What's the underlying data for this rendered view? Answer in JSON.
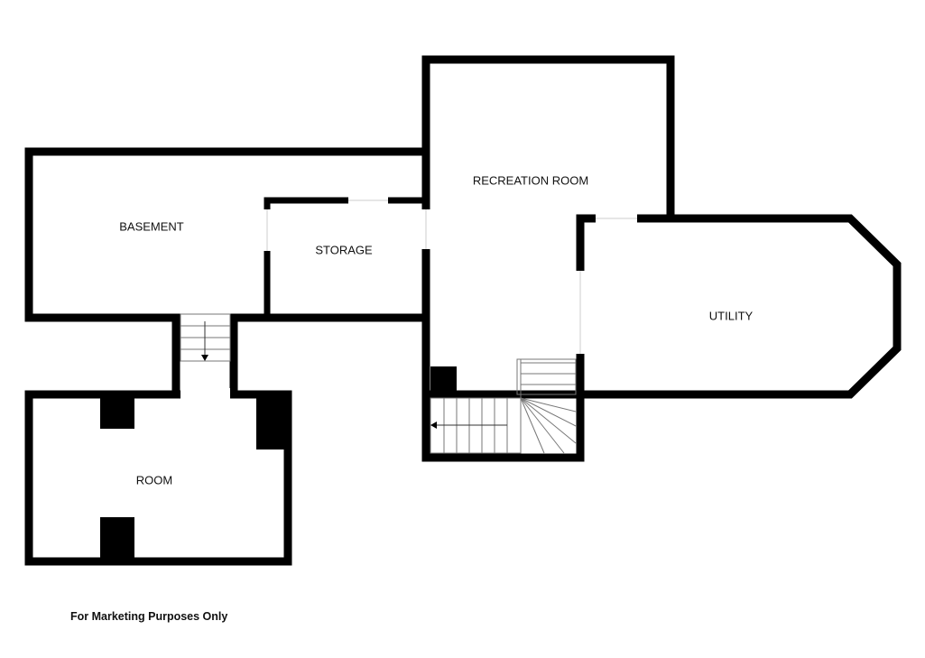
{
  "floorplan": {
    "rooms": [
      {
        "id": "basement",
        "label": "BASEMENT"
      },
      {
        "id": "storage",
        "label": "STORAGE"
      },
      {
        "id": "recreation-room",
        "label": "RECREATION ROOM"
      },
      {
        "id": "utility",
        "label": "UTILITY"
      },
      {
        "id": "room",
        "label": "ROOM"
      }
    ],
    "footer_note": "For Marketing Purposes Only"
  }
}
